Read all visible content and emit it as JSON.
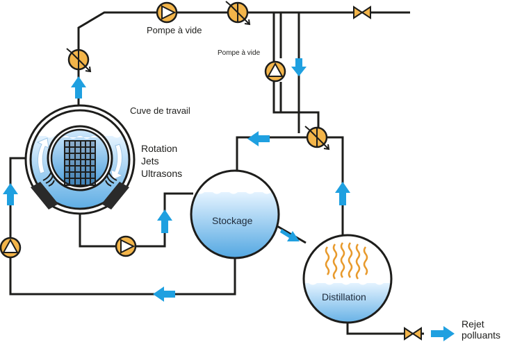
{
  "labels": {
    "vacuum_pump_top": "Pompe à vide",
    "vacuum_pump_mid": "Pompe à vide",
    "work_tank": "Cuve de travail",
    "rotation": "Rotation",
    "jets": "Jets",
    "ultrasound": "Ultrasons",
    "storage": "Stockage",
    "distillation": "Distillation",
    "pollutant_discharge_line1": "Rejet",
    "pollutant_discharge_line2": "polluants"
  },
  "colors": {
    "pipe": "#1d1d1b",
    "flow_arrow": "#1fa0e0",
    "liquid_light": "#dcefff",
    "liquid_dark": "#4ba3e0",
    "pump_fill": "#f3b54a",
    "vapor": "#e89a2c",
    "transducer": "#2a2a2a"
  },
  "icons": [
    "pump-icon",
    "valve-icon",
    "cross-valve-icon",
    "flow-arrow-icon",
    "basket-icon",
    "ultrasonic-transducer-icon",
    "vapor-icon"
  ]
}
